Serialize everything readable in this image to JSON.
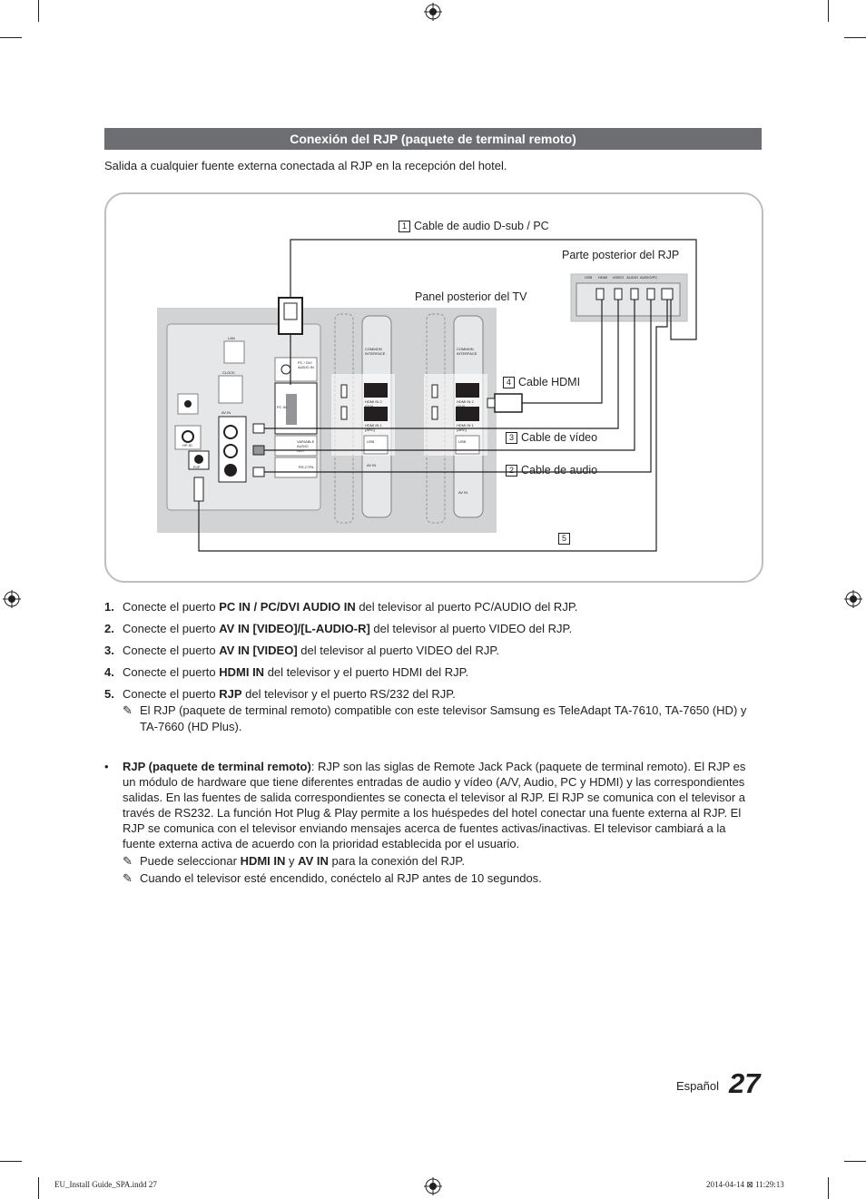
{
  "section_title": "Conexión del RJP (paquete de terminal remoto)",
  "intro": "Salida a cualquier fuente externa conectada al RJP en la recepción del hotel.",
  "diagram": {
    "label_1": "Cable de audio D-sub / PC",
    "label_rjp_rear": "Parte posterior del RJP",
    "label_tv_rear": "Panel posterior del TV",
    "label_4": "Cable HDMI",
    "label_3": "Cable de vídeo",
    "label_2": "Cable de audio",
    "num_1": "1",
    "num_2": "2",
    "num_3": "3",
    "num_4": "4",
    "num_5": "5",
    "rjp_ports": [
      "USB",
      "HDMI",
      "VIDEO",
      "AUDIO",
      "AUDIO/PC"
    ],
    "tv_ports": {
      "lan": "LAN",
      "clock": "CLOCK",
      "pc_dvi": "PC / DVI AUDIO IN",
      "pc_in": "PC IN",
      "av_in": "AV IN",
      "hp_id": "HP-ID",
      "rjp": "RJP",
      "variable_audio": "VARIABLE AUDIO OUT",
      "rs_ctrl": "RS-CTRL",
      "common_interface": "COMMON INTERFACE",
      "hdmi_in2": "HDMI IN 2 (DVI)",
      "hdmi_in1": "HDMI IN 1 (ARC)",
      "usb": "USB",
      "av_in_side": "AV IN"
    }
  },
  "steps": [
    {
      "n": "1.",
      "pre": "Conecte el puerto ",
      "bold": "PC IN / PC/DVI AUDIO IN",
      "post": " del televisor al puerto PC/AUDIO del RJP."
    },
    {
      "n": "2.",
      "pre": "Conecte el puerto ",
      "bold": "AV IN [VIDEO]/[L-AUDIO-R]",
      "post": " del televisor al puerto VIDEO del RJP."
    },
    {
      "n": "3.",
      "pre": "Conecte el puerto ",
      "bold": "AV IN [VIDEO]",
      "post": " del televisor al puerto VIDEO del RJP."
    },
    {
      "n": "4.",
      "pre": "Conecte el puerto ",
      "bold": "HDMI IN",
      "post": " del televisor y el puerto HDMI del RJP."
    },
    {
      "n": "5.",
      "pre": "Conecte el puerto ",
      "bold": "RJP",
      "post": " del televisor y el puerto RS/232 del RJP."
    }
  ],
  "step5_note": "El RJP (paquete de terminal remoto) compatible con este televisor Samsung es TeleAdapt TA-7610, TA-7650 (HD) y TA-7660 (HD Plus).",
  "bullet": {
    "mark": "•",
    "bold": "RJP (paquete de terminal remoto)",
    "text": ": RJP son las siglas de Remote Jack Pack (paquete de terminal remoto). El RJP es un módulo de hardware que tiene diferentes entradas de audio y vídeo (A/V, Audio, PC y HDMI) y las correspondientes salidas. En las fuentes de salida correspondientes se conecta el televisor al RJP. El RJP se comunica con el televisor a través de RS232. La función Hot Plug & Play permite a los huéspedes del hotel conectar una fuente externa al RJP. El RJP se comunica con el televisor enviando mensajes acerca de fuentes activas/inactivas. El televisor cambiará a la fuente externa activa de acuerdo con la prioridad establecida por el usuario.",
    "note1_pre": "Puede seleccionar ",
    "note1_b1": "HDMI IN",
    "note1_mid": " y ",
    "note1_b2": "AV IN",
    "note1_post": " para la conexión del RJP.",
    "note2": "Cuando el televisor esté encendido, conéctelo al RJP antes de 10 segundos."
  },
  "pen_glyph": "✎",
  "footer": {
    "language": "Español",
    "page": "27",
    "slug_left": "EU_Install Guide_SPA.indd   27",
    "slug_right": "2014-04-14   ⊠ 11:29:13"
  }
}
